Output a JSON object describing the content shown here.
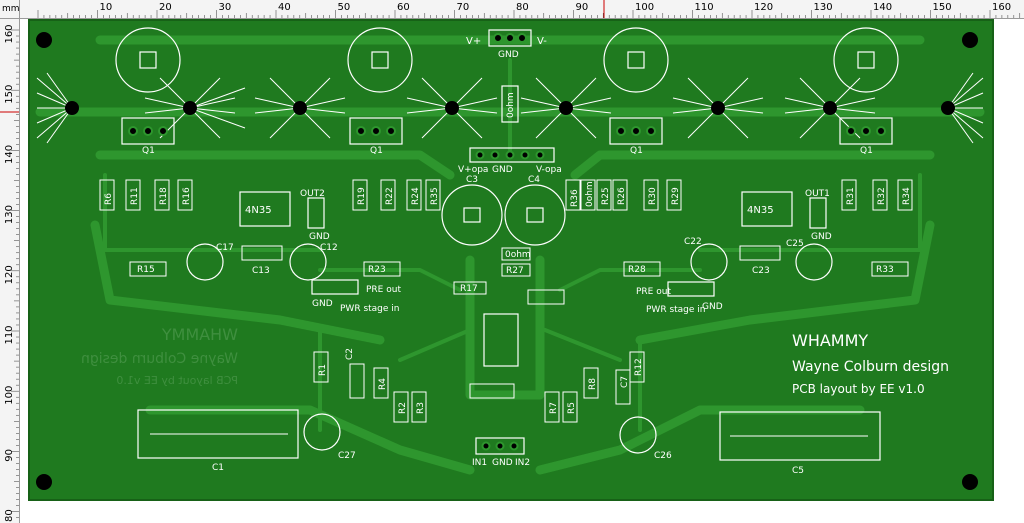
{
  "ruler": {
    "unit": "mm",
    "top_ticks": [
      "10",
      "20",
      "30",
      "40",
      "50",
      "60",
      "70",
      "80",
      "90",
      "100",
      "110",
      "120",
      "130",
      "140",
      "150",
      "160"
    ],
    "left_ticks": [
      "160",
      "150",
      "140",
      "130",
      "120",
      "110",
      "100",
      "90",
      "80"
    ]
  },
  "board": {
    "title": "WHAMMY",
    "designer": "Wayne Colburn design",
    "layout_credit": "PCB layout by EE v1.0",
    "mirror_title": "WHAMMY",
    "mirror_designer": "Wayne Colburn design",
    "mirror_credit": "PCB layout by EE v1.0"
  },
  "labels": {
    "vplus": "V+",
    "vminus": "V-",
    "gnd_top": "GND",
    "ohm_top": "0ohm",
    "vplus_opa": "V+opa",
    "gnd_opa": "GND",
    "vminus_opa": "V-opa",
    "c3": "C3",
    "c4": "C4",
    "q1a": "Q1",
    "q1b": "Q1",
    "q1c": "Q1",
    "q1d": "Q1",
    "r6": "R6",
    "r11": "R11",
    "r18": "R18",
    "r16": "R16",
    "r19": "R19",
    "r22": "R22",
    "r24": "R24",
    "r35": "R35",
    "r36": "R36",
    "ohm_mid": "0ohm",
    "r25": "R25",
    "r26": "R26",
    "r30": "R30",
    "r29": "R29",
    "r31": "R31",
    "r32": "R32",
    "r34": "R34",
    "opto_l": "4N35",
    "opto_r": "4N35",
    "out2": "OUT2",
    "out1": "OUT1",
    "gnd_out2": "GND",
    "gnd_out1": "GND",
    "c17": "C17",
    "c12": "C12",
    "c13": "C13",
    "c22": "C22",
    "c25": "C25",
    "c23": "C23",
    "r15": "R15",
    "r23": "R23",
    "r28": "R28",
    "r33": "R33",
    "ohm_low": "0ohm",
    "r27": "R27",
    "r17": "R17",
    "gnd_pwr_l": "GND",
    "pre_out_l": "PRE out",
    "pwr_in_l": "PWR stage in",
    "pre_out_r": "PRE out",
    "gnd_pwr_r": "GND",
    "pwr_in_r": "PWR stage in",
    "r1": "R1",
    "c2": "C2",
    "r4": "R4",
    "r2": "R2",
    "r3": "R3",
    "r7": "R7",
    "r5": "R5",
    "r8": "R8",
    "c7": "C7",
    "r12": "R12",
    "c1": "C1",
    "c27": "C27",
    "c26": "C26",
    "c5": "C5",
    "in1": "IN1",
    "gnd_in": "GND",
    "in2": "IN2"
  },
  "colors": {
    "board": "#1f7a1f",
    "board_edge": "#176117",
    "trace": "#2e962e",
    "silk": "#ffffff",
    "hole": "#000000",
    "mirror_text": "#3f8f3f",
    "ruler_marker": "#cc0000"
  }
}
